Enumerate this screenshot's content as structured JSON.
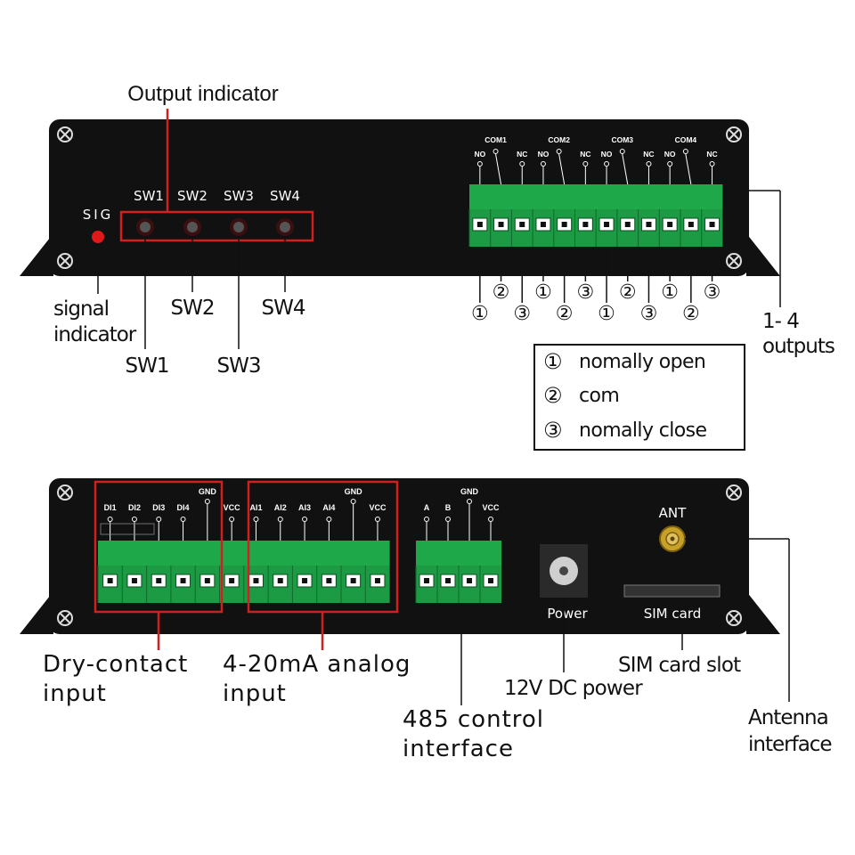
{
  "top_panel": {
    "output_indicator_label": "Output indicator",
    "sig_label": "SIG",
    "switch_labels": [
      "SW1",
      "SW2",
      "SW3",
      "SW4"
    ],
    "com_labels": [
      "COM1",
      "COM2",
      "COM3",
      "COM4"
    ],
    "relay_pin_labels": [
      "NO",
      "NC"
    ]
  },
  "top_callouts": {
    "signal_indicator": [
      "signal",
      "indicator"
    ],
    "switch_callouts": [
      "SW1",
      "SW2",
      "SW3",
      "SW4"
    ],
    "outputs": [
      "1- 4",
      "outputs"
    ],
    "pin_numbers_row1": [
      "②",
      "①",
      "③",
      "②",
      "①",
      "③"
    ],
    "pin_numbers_row2": [
      "①",
      "③",
      "②",
      "①",
      "③",
      "②"
    ]
  },
  "legend": {
    "items": [
      {
        "num": "①",
        "text": "nomally open"
      },
      {
        "num": "②",
        "text": "com"
      },
      {
        "num": "③",
        "text": "nomally close"
      }
    ]
  },
  "bottom_panel": {
    "di_labels": [
      "DI1",
      "DI2",
      "DI3",
      "DI4"
    ],
    "gnd_label": "GND",
    "vcc_label": "VCC",
    "ai_labels": [
      "AI1",
      "AI2",
      "AI3",
      "AI4"
    ],
    "rs485_labels": [
      "A",
      "B",
      "GND",
      "VCC"
    ],
    "power_label": "Power",
    "ant_label": "ANT",
    "sim_label": "SIM card"
  },
  "bottom_callouts": {
    "dry_contact": [
      "Dry-contact",
      "input"
    ],
    "analog": [
      "4-20mA  analog",
      "input"
    ],
    "rs485": [
      "485 control",
      "interface"
    ],
    "dc_power": "12V DC power",
    "sim_slot": "SIM card slot",
    "antenna": [
      "Antenna",
      "interface"
    ]
  },
  "colors": {
    "panel": "#111111",
    "terminal_green": "#1fa84a",
    "callout_red": "#d22020",
    "led_red": "#e01818"
  }
}
